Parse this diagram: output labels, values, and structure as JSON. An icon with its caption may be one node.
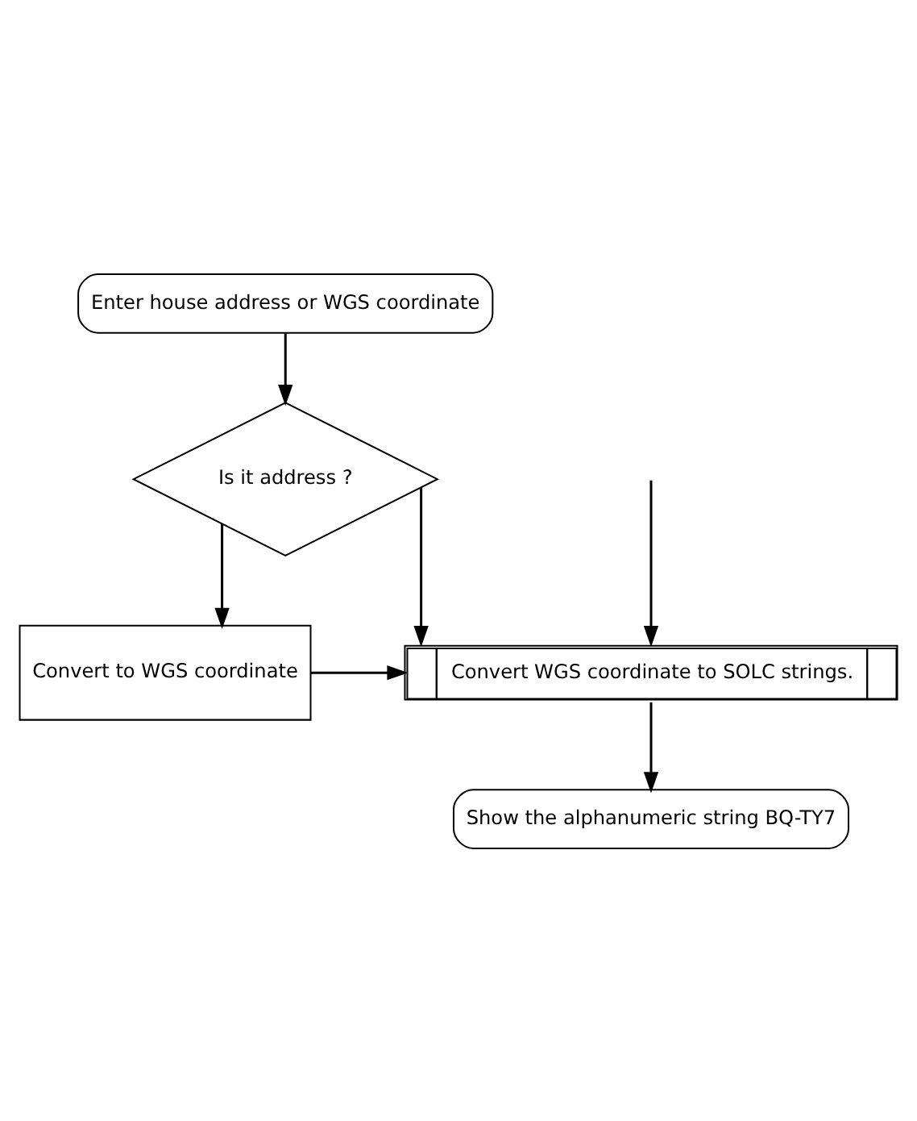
{
  "diagram": {
    "nodes": [
      {
        "text": [
          "Enter house address or WGS coordinate"
        ]
      },
      {
        "text": [
          "Is it address ?"
        ]
      },
      {
        "text": [
          "Convert to WGS coordinate"
        ]
      },
      {
        "text": [
          "Convert WGS coordinate to SOLC strings."
        ]
      },
      {
        "text": [
          "Show the alphanumeric string BQ-TY7"
        ]
      }
    ],
    "edges": [
      {
        "from": 0,
        "to": 1,
        "arrow": "to"
      },
      {
        "from": 1,
        "to": 3,
        "arrow": "to"
      },
      {
        "from": 1,
        "to": 2,
        "arrow": "to"
      },
      {
        "from": 2,
        "to": 3,
        "arrow": "to"
      },
      {
        "from": null,
        "to": 3,
        "arrow": "to"
      },
      {
        "from": 3,
        "to": 4,
        "arrow": "to"
      }
    ]
  }
}
